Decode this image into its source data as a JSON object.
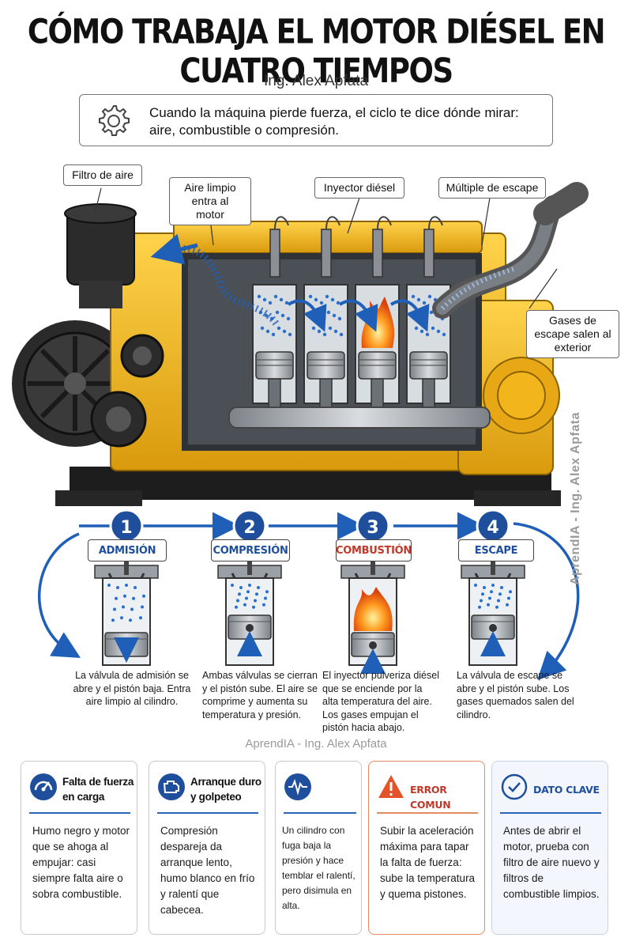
{
  "title": "CÓMO TRABAJA EL MOTOR DIÉSEL EN CUATRO TIEMPOS",
  "author": "Ing. Alex Apfata",
  "intro": "Cuando la máquina pierde fuerza, el ciclo te dice dónde mirar: aire, combustible o compresión.",
  "callouts": {
    "air_filter": "Filtro de aire",
    "clean_air": "Aire limpio entra al motor",
    "injector": "Inyector diésel",
    "exhaust_manifold": "Múltiple de escape",
    "exhaust_gases": "Gases de escape salen al exterior"
  },
  "steps": [
    {
      "number": "1",
      "label": "ADMISIÓN",
      "desc": "La válvula de admisión se abre y el pistón baja. Entra aire limpio al cilindro."
    },
    {
      "number": "2",
      "label": "COMPRESIÓN",
      "desc": "Ambas válvulas se cierran y el pistón sube. El aire se comprime y aumenta su temperatura y presión."
    },
    {
      "number": "3",
      "label": "COMBUSTIÓN",
      "desc": "El inyector pulveriza diésel que se enciende por la alta temperatura del aire. Los gases empujan el pistón hacia abajo."
    },
    {
      "number": "4",
      "label": "ESCAPE",
      "desc": "La válvula de escape se abre y el pistón sube. Los gases quemados salen del cilindro."
    }
  ],
  "watermark_vertical": "AprendIA - Ing. Alex Apfata",
  "watermark_horizontal": "AprendIA - Ing. Alex Apfata",
  "cards": [
    {
      "icon": "gauge-icon",
      "head": "Falta de fuerza en carga",
      "body": "Humo negro y motor que se ahoga al empujar: casi siempre falta aire o sobra combustible."
    },
    {
      "icon": "engine-check-icon",
      "head": "Arranque duro y golpeteo",
      "body": "Compresión despareja da arranque lento, humo blanco en frío y ralentí que cabecea."
    },
    {
      "icon": "pulse-icon",
      "head": "",
      "body": "Un cilindro con fuga baja la presión y hace temblar el ralentí, pero disimula en alta."
    },
    {
      "icon": "warning-icon",
      "head": "ERROR COMUN",
      "body": "Subir la aceleración máxima para tapar la falta de fuerza: sube la temperatura y quema pistones."
    },
    {
      "icon": "check-icon",
      "head": "DATO CLAVE",
      "body": "Antes de abrir el motor, prueba con filtro de aire nuevo y filtros de combustible limpios."
    }
  ],
  "colors": {
    "engine_yellow": "#f2b51c",
    "engine_dark": "#2b2b2b",
    "flow_blue": "#1f5fb8",
    "flame_orange": "#f07b12",
    "accent_red": "#c0392b"
  }
}
